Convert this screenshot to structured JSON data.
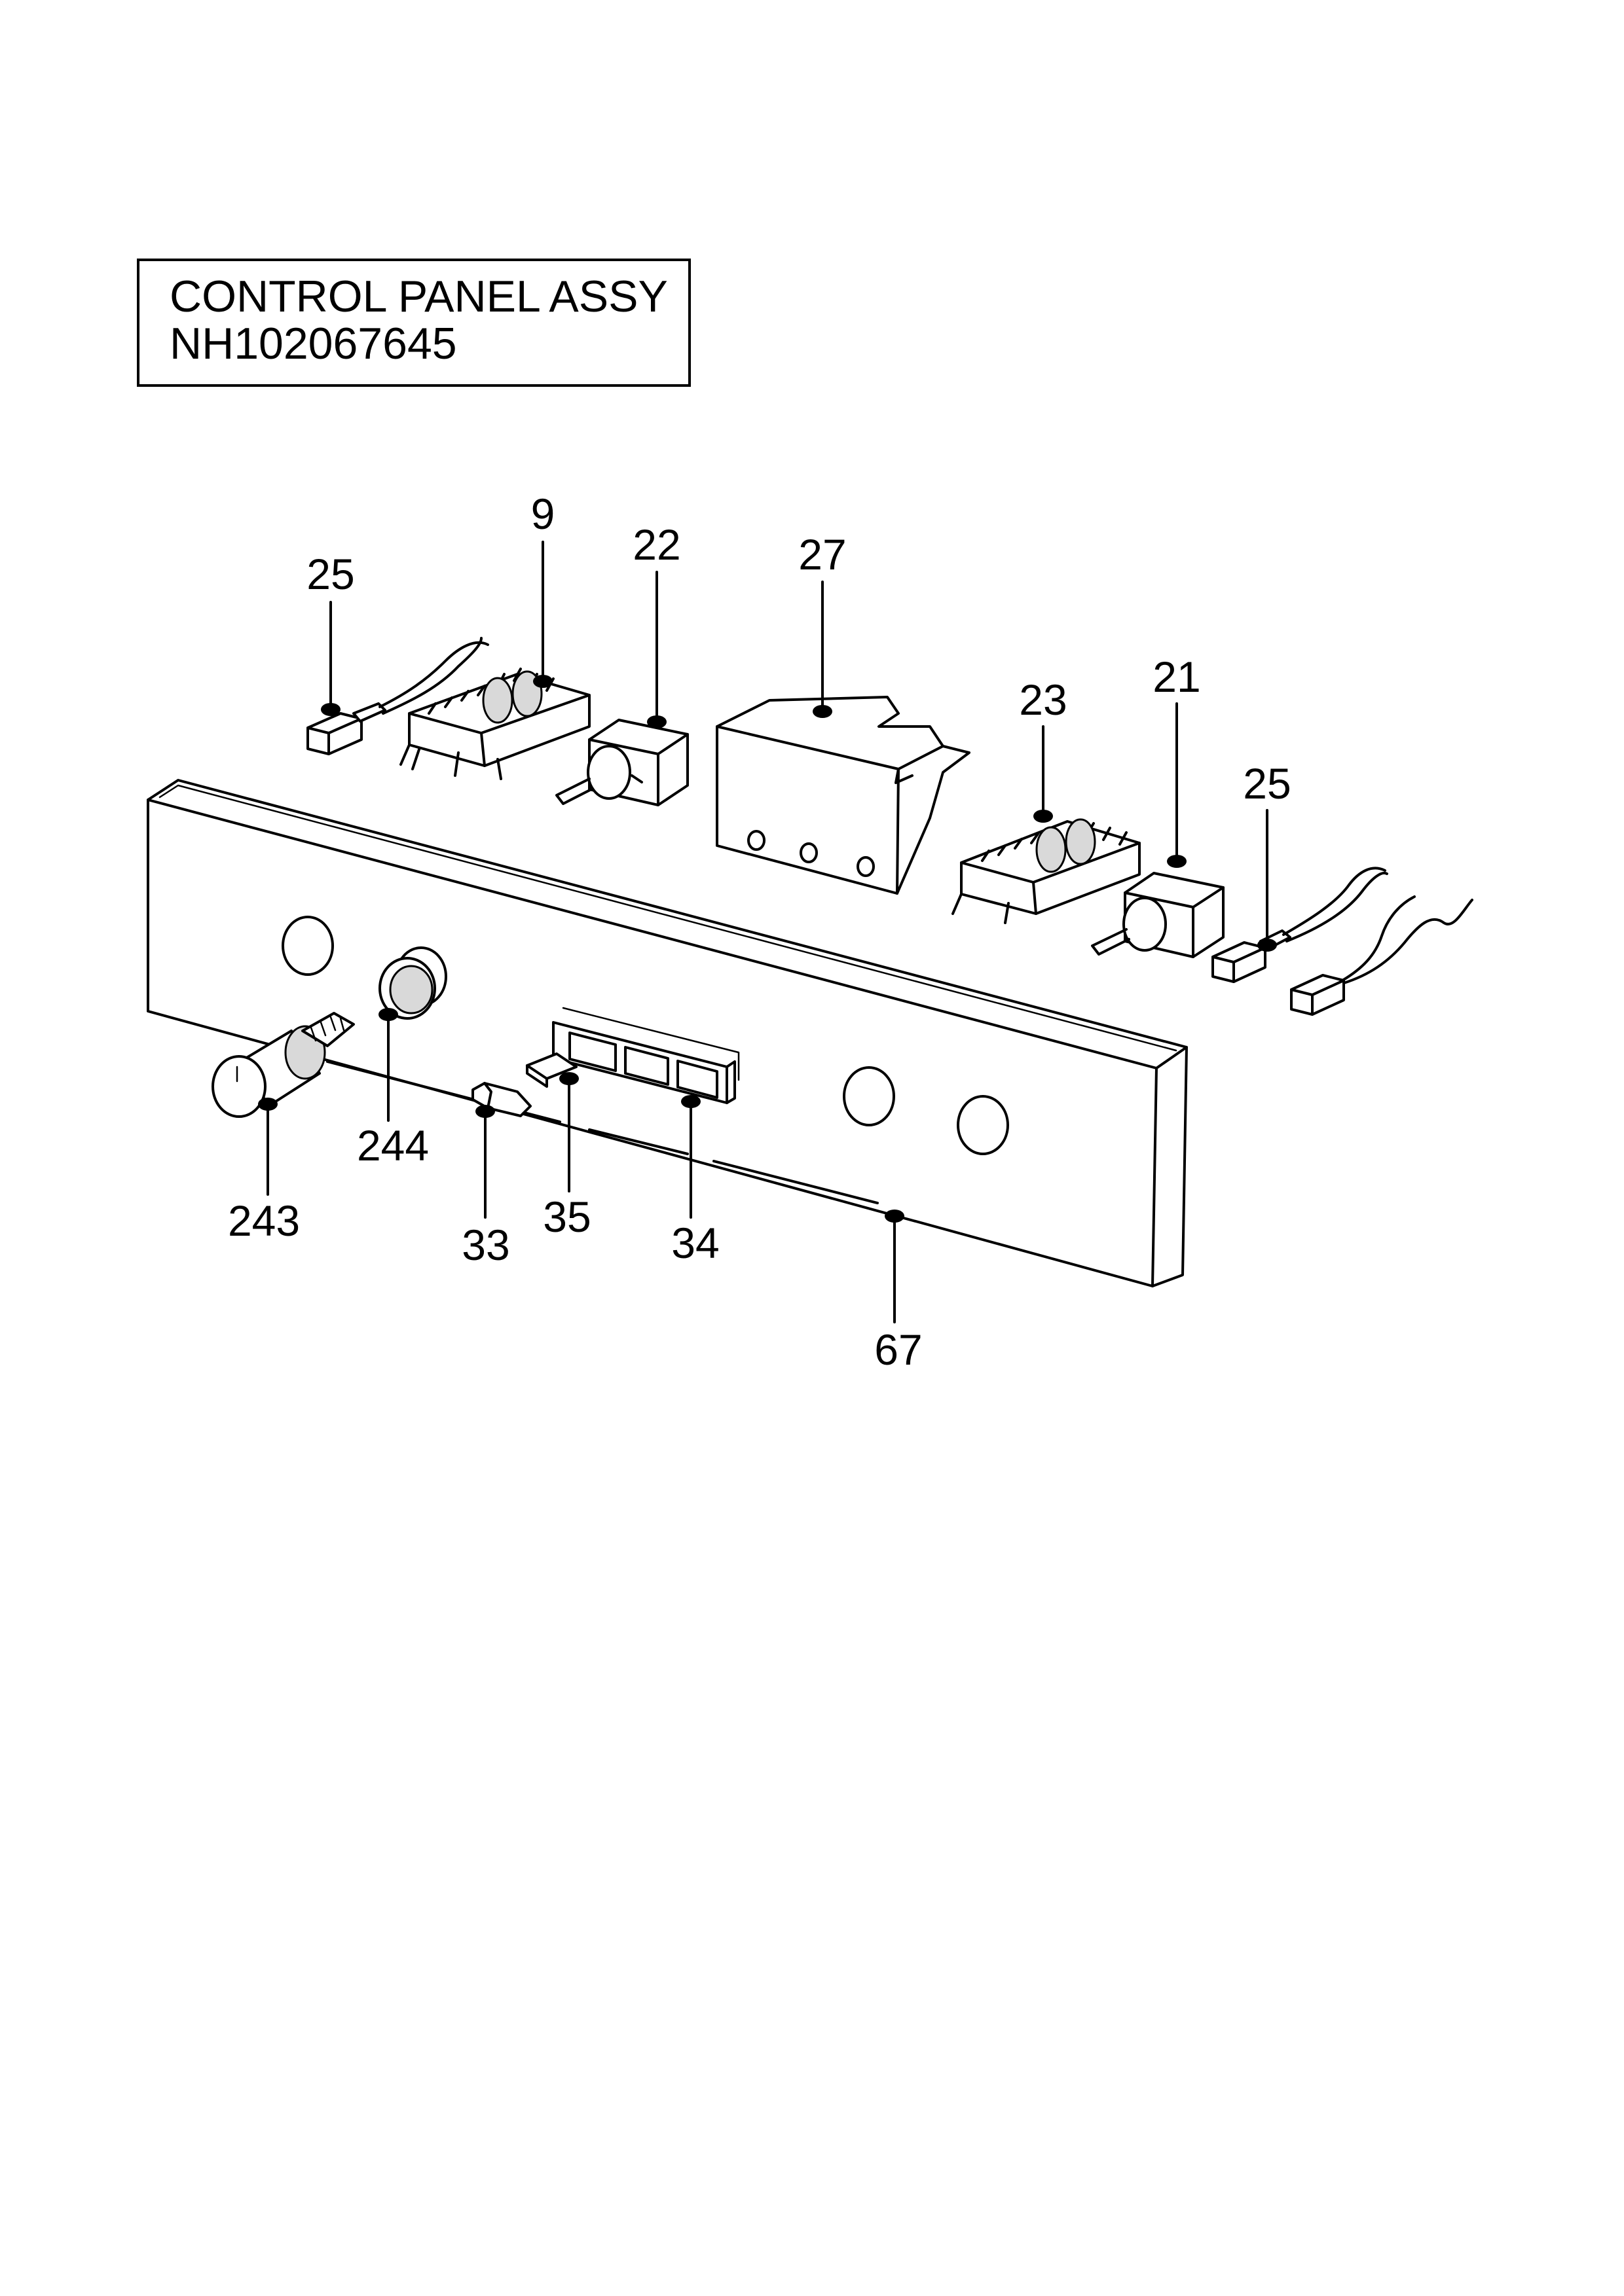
{
  "title": {
    "line1": "CONTROL PANEL ASSY",
    "line2": "NH102067645"
  },
  "callouts": {
    "c9": "9",
    "c22": "22",
    "c25a": "25",
    "c27": "27",
    "c23": "23",
    "c21": "21",
    "c25b": "25",
    "c244": "244",
    "c243": "243",
    "c33": "33",
    "c35": "35",
    "c34": "34",
    "c67": "67"
  }
}
